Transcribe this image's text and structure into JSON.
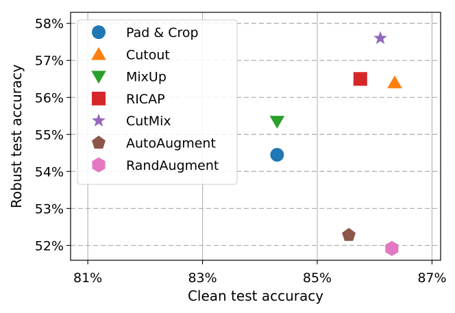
{
  "chart_data": {
    "type": "scatter",
    "title": "",
    "xlabel": "Clean test accuracy",
    "ylabel": "Robust test accuracy",
    "xlim": [
      80.7,
      87.15
    ],
    "ylim": [
      51.6,
      58.3
    ],
    "x_ticks": [
      81,
      83,
      85,
      87
    ],
    "x_tick_labels": [
      "81%",
      "83%",
      "85%",
      "87%"
    ],
    "y_ticks": [
      52,
      53,
      54,
      55,
      56,
      57,
      58
    ],
    "y_tick_labels": [
      "52%",
      "53%",
      "54%",
      "55%",
      "56%",
      "57%",
      "58%"
    ],
    "grid": {
      "x": "solid",
      "y": "dashed"
    },
    "legend_position": "top-left",
    "series": [
      {
        "name": "Pad & Crop",
        "marker": "circle",
        "color": "#1f77b4",
        "x": 84.3,
        "y": 54.45
      },
      {
        "name": "Cutout",
        "marker": "triangle-up",
        "color": "#ff7f0e",
        "x": 86.35,
        "y": 56.4
      },
      {
        "name": "MixUp",
        "marker": "triangle-down",
        "color": "#2ca02c",
        "x": 84.3,
        "y": 55.35
      },
      {
        "name": "RICAP",
        "marker": "square",
        "color": "#d62728",
        "x": 85.75,
        "y": 56.5
      },
      {
        "name": "CutMix",
        "marker": "star",
        "color": "#9467bd",
        "x": 86.1,
        "y": 57.6
      },
      {
        "name": "AutoAugment",
        "marker": "pentagon",
        "color": "#8c564b",
        "x": 85.55,
        "y": 52.28
      },
      {
        "name": "RandAugment",
        "marker": "hexagon",
        "color": "#e377c2",
        "x": 86.3,
        "y": 51.92
      }
    ]
  }
}
